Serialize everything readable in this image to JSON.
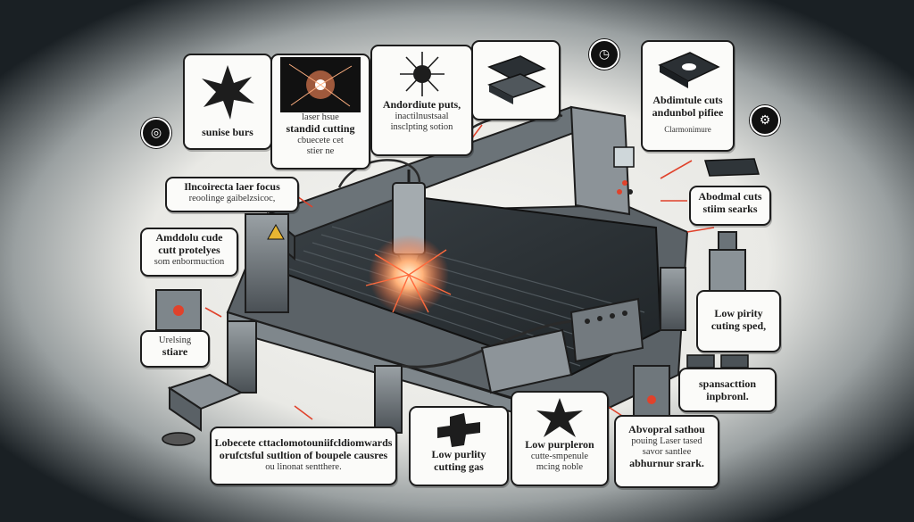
{
  "callouts": {
    "sunrise": {
      "title": "sunise burs"
    },
    "laser_issue": {
      "line1": "laser hsue",
      "line2": "standid cutting",
      "line3": "cbuecete cet",
      "line4": "stier ne"
    },
    "adnorm": {
      "line1": "Andordiute puts,",
      "line2": "inactilnustsaal",
      "line3": "insclpting sotion"
    },
    "abdim": {
      "line1": "Abdimtule cuts",
      "line2": "andunbol pifiee",
      "sub": "Clarmonimure"
    },
    "incorrect_focus": {
      "line1": "Ilncoirecta laer focus",
      "line2": "reoolinge gaibelzsicoc,"
    },
    "abdmal_cuts": {
      "line1": "Abodmal cuts",
      "line2": "stiim searks"
    },
    "amdolu": {
      "line1": "Amddolu cude",
      "line2": "cutt protelyes",
      "sub": "som enbormuction"
    },
    "urelsing": {
      "line1": "Urelsing",
      "line2": "stiare"
    },
    "low_purity_speed": {
      "line1": "Low pirity",
      "line2": "cuting sped,"
    },
    "spansaction": {
      "line1": "spansacttion",
      "line2": "inpbronl."
    },
    "lobecete": {
      "line1": "Lobecete cttaclomotouniifcldiomwards",
      "line2": "orufctsful sutltion of boupele causres",
      "line3": "ou linonat sentthere."
    },
    "low_purity_gas": {
      "line1": "Low purlity",
      "line2": "cutting gas"
    },
    "low_purpleron": {
      "line1": "Low purpleron",
      "line2": "cutte-smpenule",
      "line3": "mcing noble"
    },
    "abvopral": {
      "line1": "Abvopral sathou",
      "line2": "pouing Laser tased",
      "line3": "savor santlee",
      "line4": "abhurnur srark."
    }
  },
  "colors": {
    "accent": "#e0422b",
    "frame": "#4b5257",
    "bed": "#2a2f33",
    "glow": "#ff6a3d"
  },
  "icons": [
    "target-icon",
    "clock-icon",
    "gear-icon"
  ]
}
